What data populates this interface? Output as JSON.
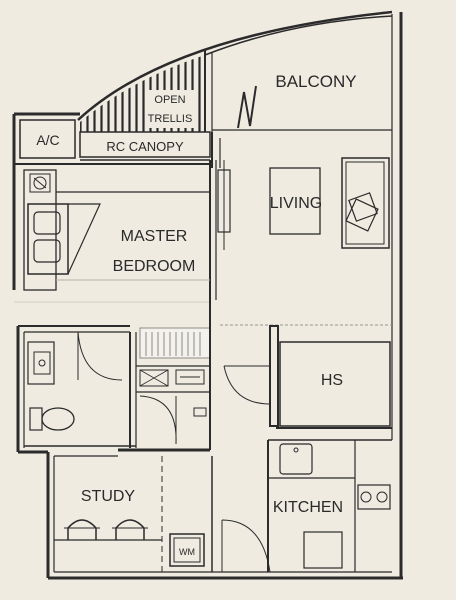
{
  "colors": {
    "background": "#efebe1",
    "line": "#2b2b2b",
    "paper": "#f3f0e8"
  },
  "rooms": {
    "balcony": "BALCONY",
    "open_trellis_line1": "OPEN",
    "open_trellis_line2": "TRELLIS",
    "ac": "A/C",
    "rc_canopy": "RC CANOPY",
    "living": "LIVING",
    "master_bedroom_line1": "MASTER",
    "master_bedroom_line2": "BEDROOM",
    "hs": "HS",
    "study": "STUDY",
    "kitchen": "KITCHEN",
    "wm": "WM"
  },
  "icons": [
    "wardrobe-icon",
    "bed-icon",
    "toilet-icon",
    "basin-icon",
    "stove-icon",
    "sink-icon",
    "chair-icon",
    "sofa-icon",
    "sliding-door-icon"
  ]
}
